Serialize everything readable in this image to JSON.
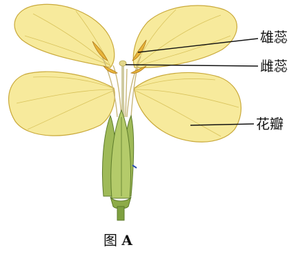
{
  "labels": {
    "stamen": "雄蕊",
    "pistil": "雌蕊",
    "petal": "花瓣"
  },
  "caption": {
    "prefix": "图",
    "letter": "A"
  },
  "colors": {
    "petal": "#f7ea9c",
    "petal_edge": "#c9a93a",
    "vein": "#d8c25a",
    "anther": "#e8b43a",
    "sepal": "#9fba58",
    "sepal_dark": "#5c7a2a",
    "stem": "#7ea040",
    "leader": "#111111"
  },
  "icons": {
    "flower": "rapeseed-flower-illustration"
  }
}
